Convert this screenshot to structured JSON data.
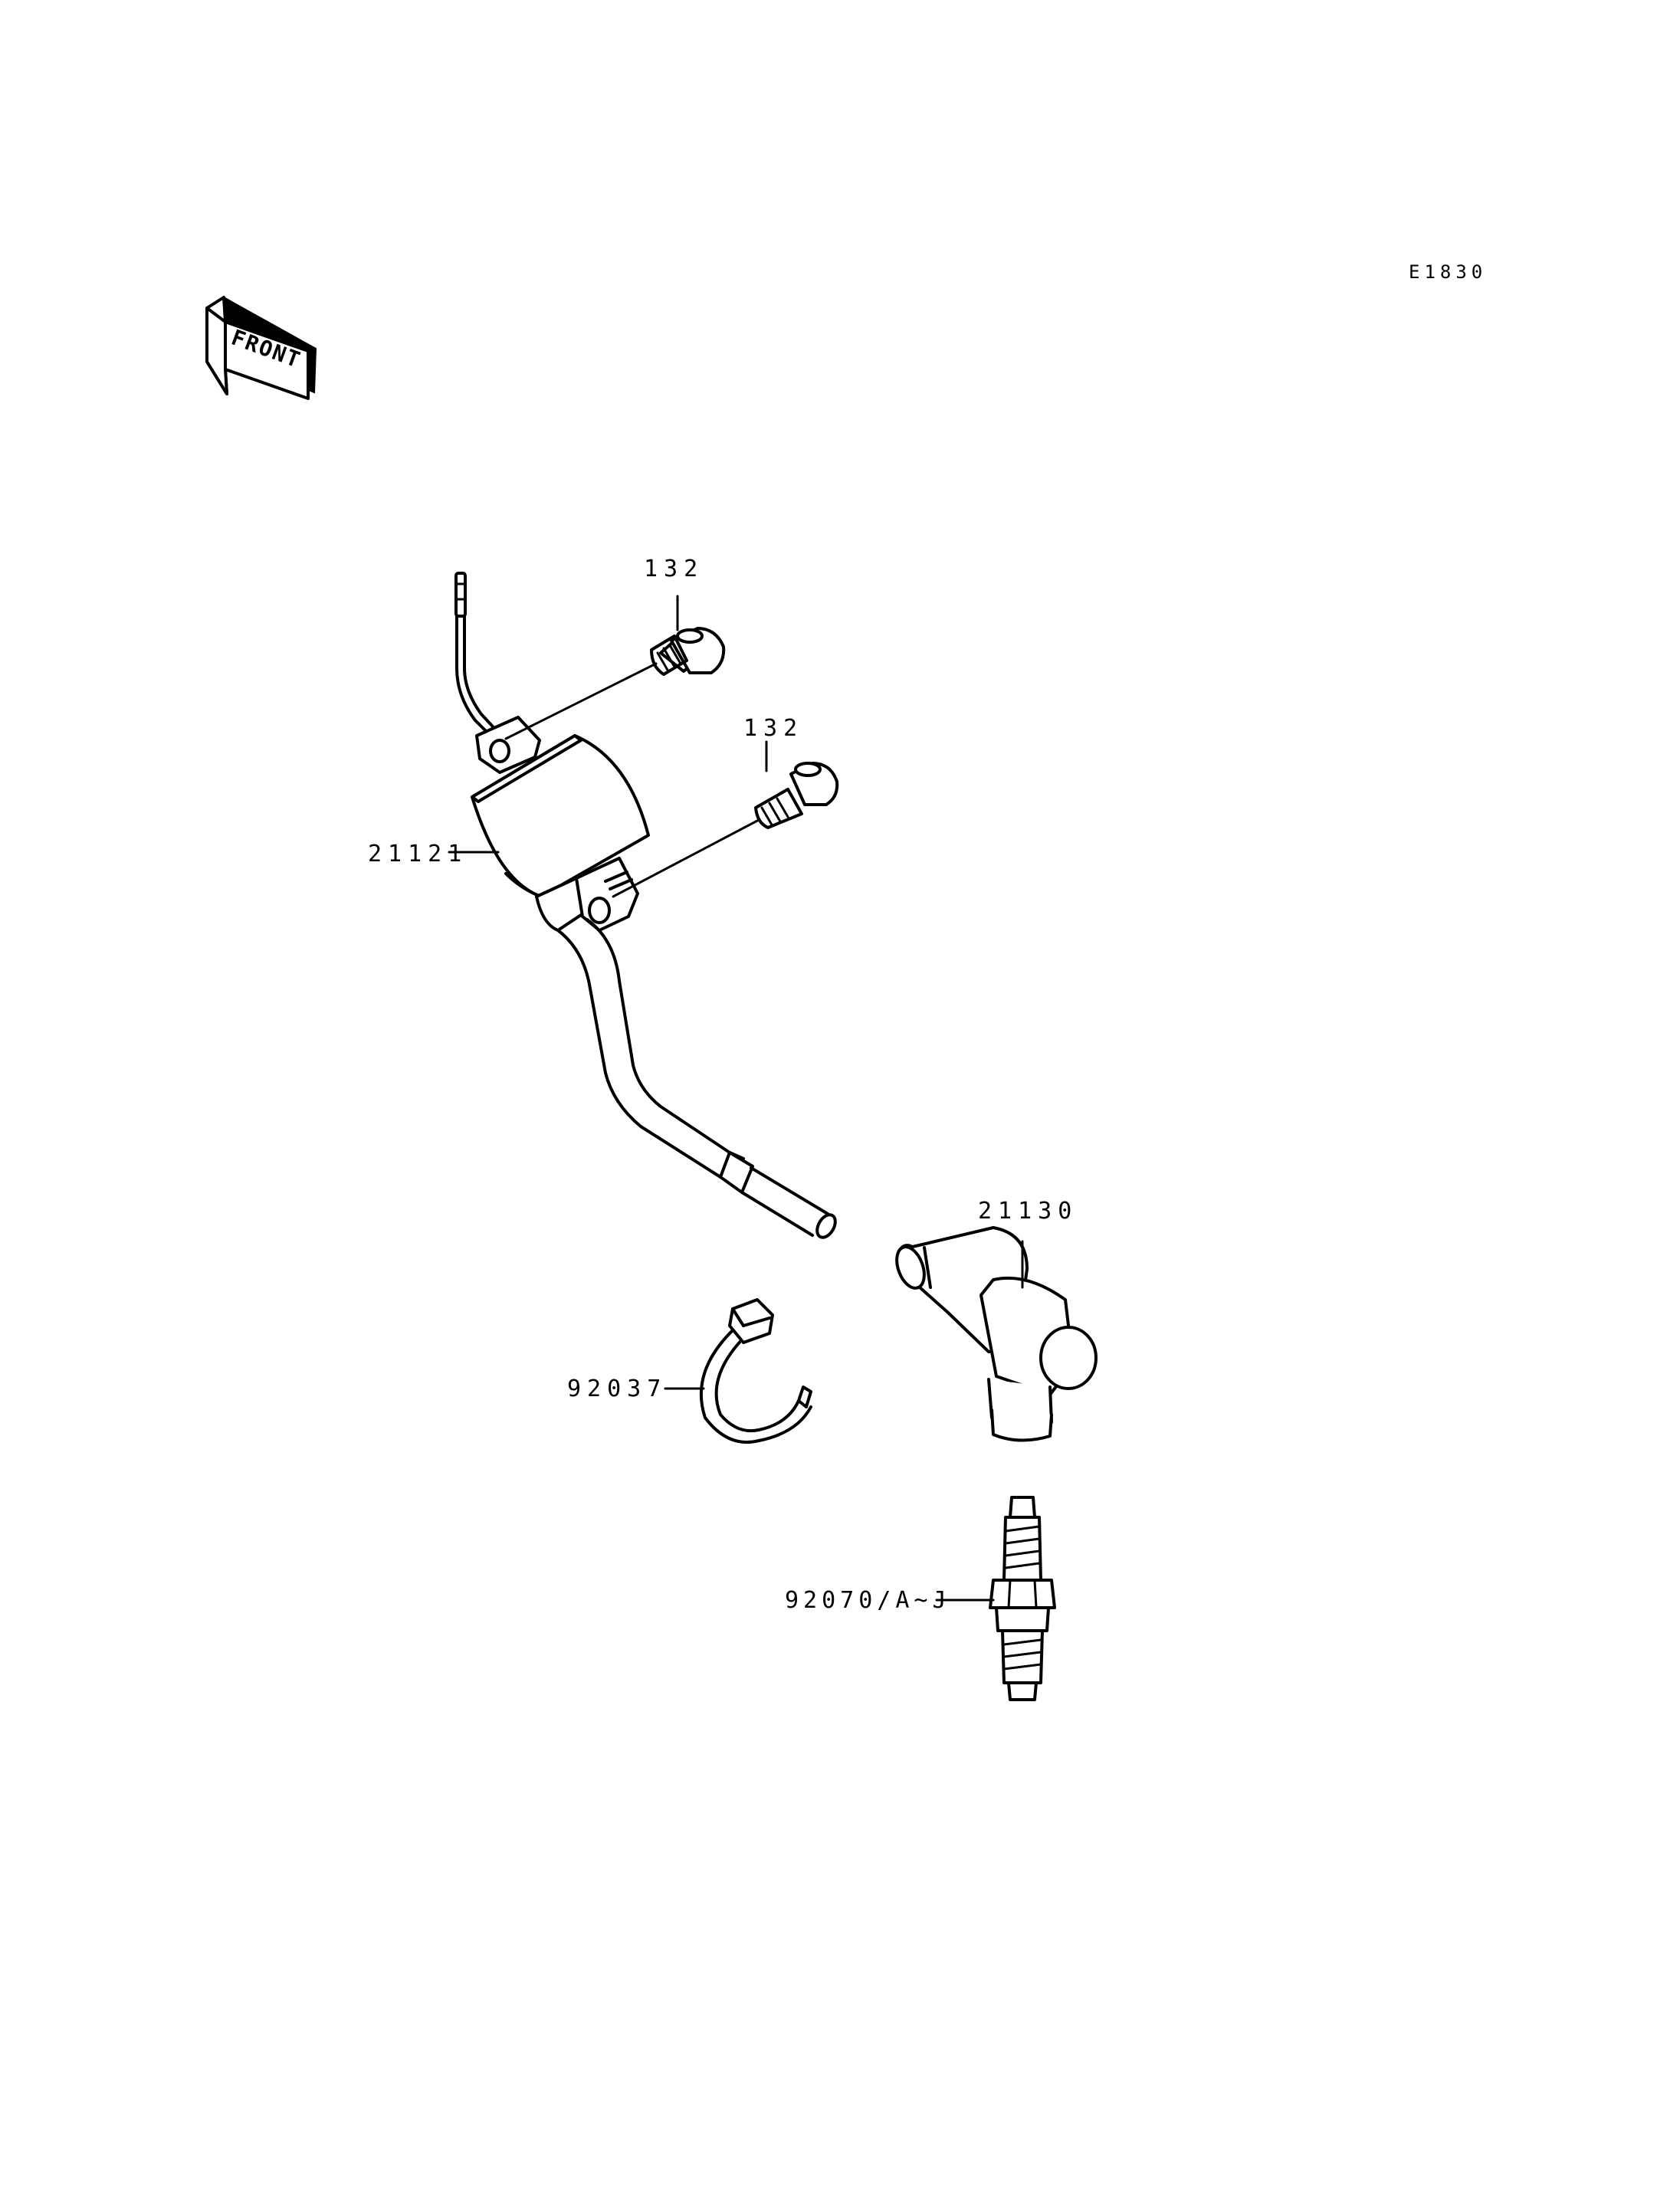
{
  "diagram_code": "E1830",
  "front_label": "FRONT",
  "parts": [
    {
      "label": "132",
      "name": "bolt"
    },
    {
      "label": "132",
      "name": "bolt"
    },
    {
      "label": "21121",
      "name": "ignition-coil"
    },
    {
      "label": "21130",
      "name": "spark-plug-cap"
    },
    {
      "label": "92037",
      "name": "wire-clamp"
    },
    {
      "label": "92070/A~J",
      "name": "spark-plug"
    }
  ]
}
